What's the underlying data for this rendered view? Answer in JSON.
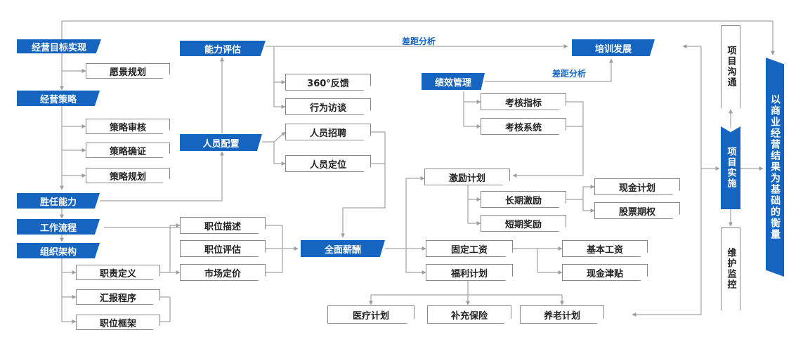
{
  "left_chain": {
    "business_goal": "经营目标实现",
    "vision_planning": "愿景规划",
    "business_strategy": "经营策略",
    "strategy_review": "策略审核",
    "strategy_confirm": "策略确证",
    "strategy_planning": "策略规划",
    "competency": "胜任能力",
    "workflow": "工作流程",
    "org_structure": "组织架构",
    "duty_definition": "职责定义",
    "reporting_procedure": "汇报程序",
    "job_framework": "职位框架"
  },
  "middle": {
    "ability_assessment": "能力评估",
    "feedback_360": "360°反馈",
    "behavior_interview": "行为访谈",
    "staffing": "人员配置",
    "recruitment": "人员招聘",
    "positioning": "人员定位",
    "job_description": "职位描述",
    "job_evaluation": "职位评估",
    "market_pricing": "市场定价",
    "total_compensation": "全面薪酬"
  },
  "right": {
    "gap_analysis_top": "差距分析",
    "training_development": "培训发展",
    "performance_management": "绩效管理",
    "gap_analysis_perf": "差距分析",
    "assessment_indicators": "考核指标",
    "assessment_system": "考核系统",
    "incentive_plan": "激励计划",
    "long_term_incentive": "长期激励",
    "short_term_reward": "短期奖励",
    "cash_plan": "现金计划",
    "stock_option": "股票期权",
    "fixed_salary": "固定工资",
    "base_salary": "基本工资",
    "cash_allowance": "现金津贴",
    "welfare_plan": "福利计划",
    "medical_plan": "医疗计划",
    "supplementary_insurance": "补充保险",
    "pension_plan": "养老计划"
  },
  "project": {
    "communication": "项目沟通",
    "implementation": "项目实施",
    "maintenance": "维护监控"
  },
  "outcome": "以商业经营结果为基础的衡量",
  "colors": {
    "accent": "#1565c0",
    "line": "#9e9e9e",
    "box_border": "#8a8a8a"
  }
}
